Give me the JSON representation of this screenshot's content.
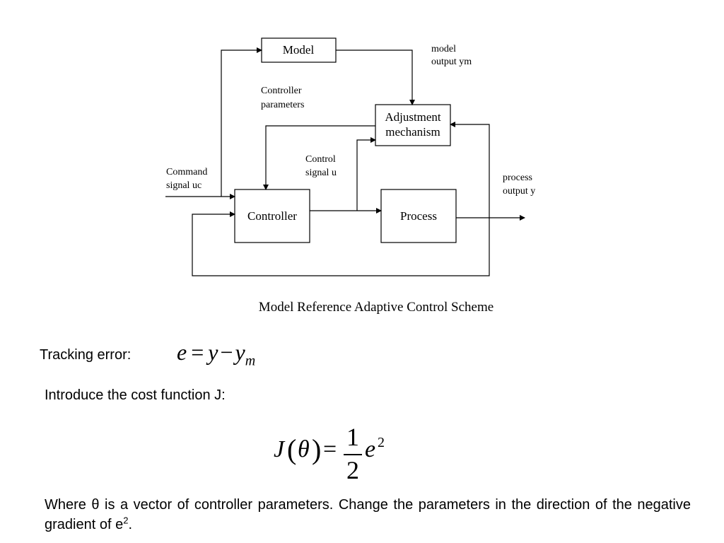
{
  "diagram": {
    "blocks": {
      "model": "Model",
      "adjust_line1": "Adjustment",
      "adjust_line2": "mechanism",
      "controller": "Controller",
      "process": "Process"
    },
    "labels": {
      "model_output_1": "model",
      "model_output_2": "output ym",
      "controller_params_1": "Controller",
      "controller_params_2": "parameters",
      "control_signal_1": "Control",
      "control_signal_2": "signal u",
      "command_1": "Command",
      "command_2": "signal  uc",
      "process_output_1": "process",
      "process_output_2": "output y"
    },
    "caption": "Model Reference Adaptive Control Scheme"
  },
  "tracking": {
    "label": "Tracking error:",
    "lhs": "e",
    "equals": "=",
    "y": "y",
    "minus": "−",
    "ym": "y",
    "ym_sub": "m"
  },
  "cost": {
    "intro": "Introduce the cost function J:",
    "J": "J",
    "lparen": "(",
    "theta": "θ",
    "rparen": ")",
    "equals": "=",
    "num": "1",
    "den": "2",
    "e": "e",
    "exp": "2"
  },
  "paragraph": {
    "text": "Where θ is a vector of controller parameters. Change the parameters in the direction of the negative gradient of e",
    "sup": "2",
    "end": "."
  }
}
